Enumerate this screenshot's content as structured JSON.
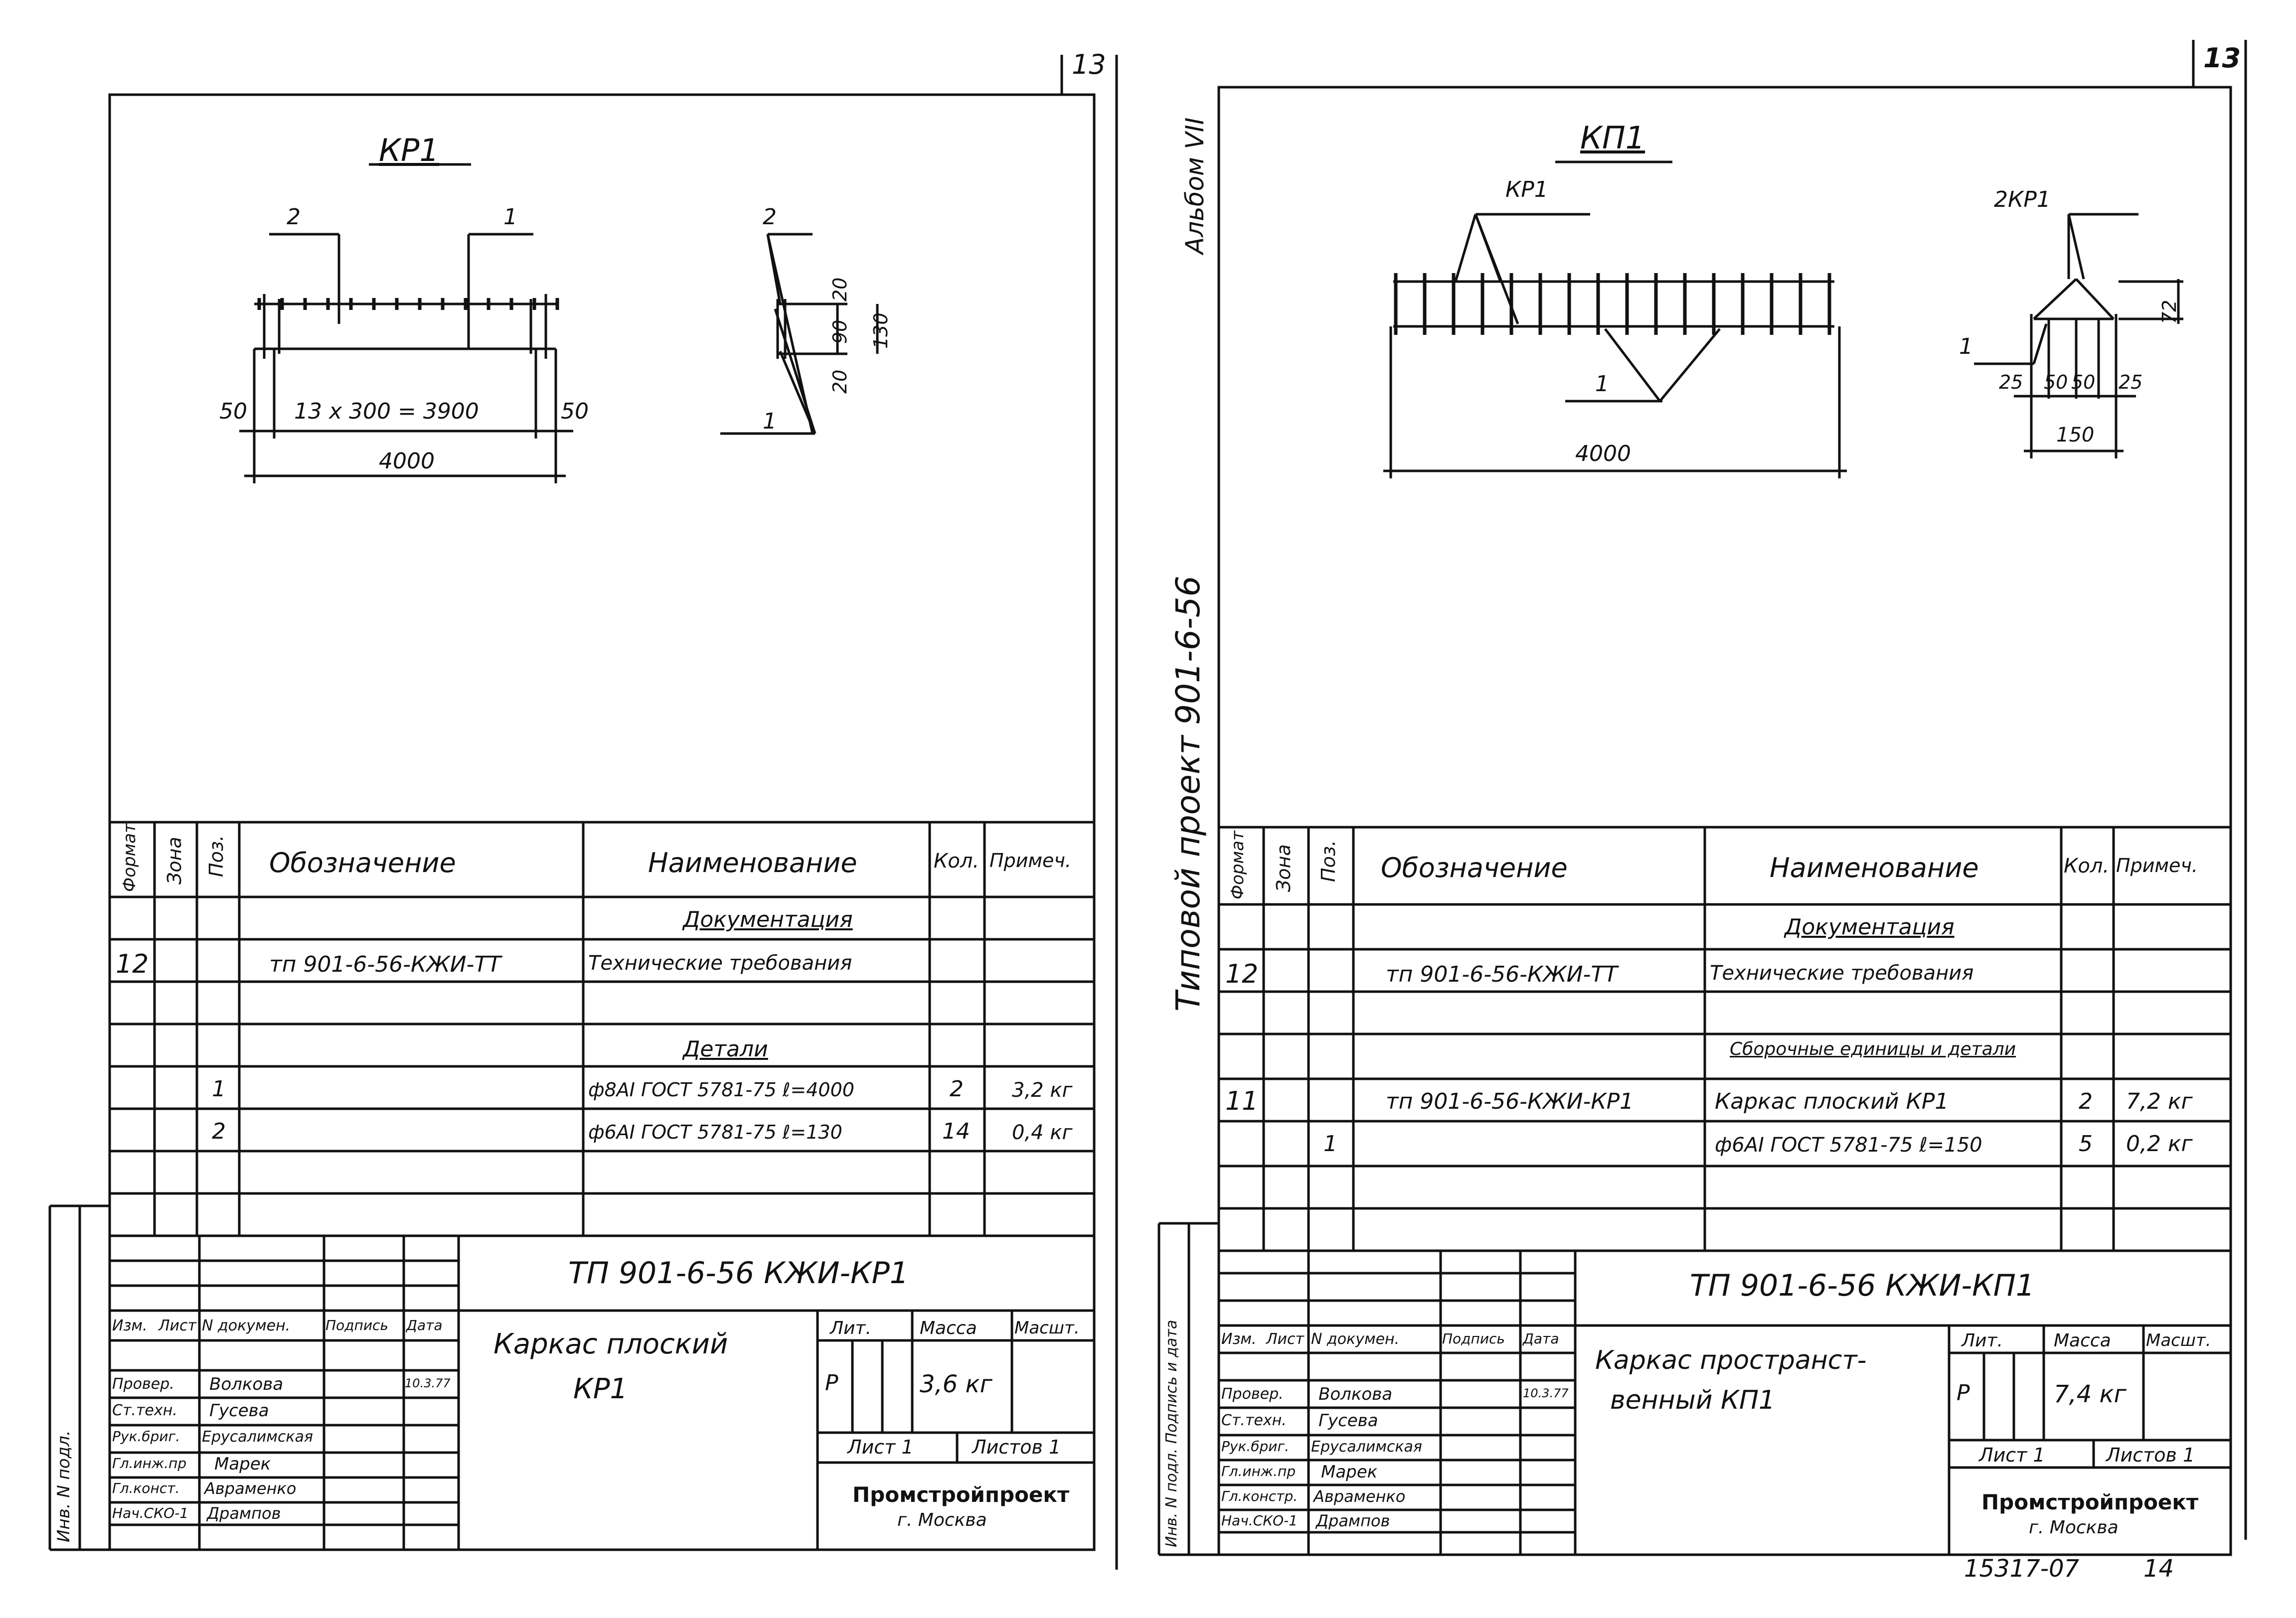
{
  "left": {
    "sheet_number": "13",
    "drawing_title": "КР1",
    "plan_labels": {
      "pos2": "2",
      "pos1": "1",
      "dim_left": "50",
      "dim_right": "50",
      "dim_mid": "13 х 300 = 3900",
      "dim_total": "4000"
    },
    "section_labels": {
      "pos2": "2",
      "pos1": "1",
      "d1": "20",
      "d2": "90",
      "d3": "20",
      "d_total": "130"
    },
    "table": {
      "headers": {
        "format": "Формат",
        "zone": "Зона",
        "pos": "Поз.",
        "designation": "Обозначение",
        "name": "Наименование",
        "qty": "Кол.",
        "note": "Примеч."
      },
      "rows": [
        {
          "format": "",
          "pos": "",
          "designation": "",
          "name": "Документация",
          "qty": "",
          "note": ""
        },
        {
          "format": "12",
          "pos": "",
          "designation": "тп 901-6-56-КЖИ-ТТ",
          "name": "Технические требования",
          "qty": "",
          "note": ""
        },
        {
          "format": "",
          "pos": "",
          "designation": "",
          "name": "",
          "qty": "",
          "note": ""
        },
        {
          "format": "",
          "pos": "",
          "designation": "",
          "name": "Детали",
          "qty": "",
          "note": ""
        },
        {
          "format": "",
          "pos": "1",
          "designation": "",
          "name": "ф8АI ГОСТ 5781-75 ℓ=4000",
          "qty": "2",
          "note": "3,2 кг"
        },
        {
          "format": "",
          "pos": "2",
          "designation": "",
          "name": "ф6АI ГОСТ 5781-75 ℓ=130",
          "qty": "14",
          "note": "0,4 кг"
        },
        {
          "format": "",
          "pos": "",
          "designation": "",
          "name": "",
          "qty": "",
          "note": ""
        },
        {
          "format": "",
          "pos": "",
          "designation": "",
          "name": "",
          "qty": "",
          "note": ""
        }
      ]
    },
    "stamp": {
      "project_code": "ТП 901-6-56 КЖИ-КР1",
      "header": {
        "izm": "Изм.",
        "list": "Лист",
        "doc": "N докумен.",
        "sign": "Подпись",
        "date": "Дата"
      },
      "people": [
        {
          "role": "Провер.",
          "name": "Волкова",
          "date": "10.3.77"
        },
        {
          "role": "Ст.техн.",
          "name": "Гусева",
          "date": ""
        },
        {
          "role": "Рук.бриг.",
          "name": "Ерусалимская",
          "date": ""
        },
        {
          "role": "Гл.инж.пр",
          "name": "Марек",
          "date": ""
        },
        {
          "role": "Гл.конст.",
          "name": "Авраменко",
          "date": ""
        },
        {
          "role": "Нач.СКО-1",
          "name": "Дрампов",
          "date": ""
        }
      ],
      "title": [
        "Каркас плоский",
        "КР1"
      ],
      "lit_label": "Лит.",
      "mass_label": "Масса",
      "scale_label": "Масшт.",
      "lit": "Р",
      "mass": "3,6 кг",
      "sheet": "Лист 1",
      "sheets": "Листов 1",
      "org": "Промстройпроект",
      "city": "г. Москва"
    },
    "side_label": "Инв. N подл."
  },
  "right": {
    "sheet_number": "13",
    "album": "Альбом VII",
    "project_vertical": "Типовой проект 901-6-56",
    "drawing_title": "КП1",
    "plan_labels": {
      "kr": "КР1",
      "pos1": "1",
      "dim_total": "4000"
    },
    "section_labels": {
      "kr": "2КР1",
      "pos1": "1",
      "h": "72",
      "d25a": "25",
      "d50a": "50",
      "d50b": "50",
      "d25b": "25",
      "d_total": "150"
    },
    "table": {
      "headers": {
        "format": "Формат",
        "zone": "Зона",
        "pos": "Поз.",
        "designation": "Обозначение",
        "name": "Наименование",
        "qty": "Кол.",
        "note": "Примеч."
      },
      "rows": [
        {
          "format": "",
          "pos": "",
          "designation": "",
          "name": "Документация",
          "qty": "",
          "note": ""
        },
        {
          "format": "12",
          "pos": "",
          "designation": "тп 901-6-56-КЖИ-ТТ",
          "name": "Технические требования",
          "qty": "",
          "note": ""
        },
        {
          "format": "",
          "pos": "",
          "designation": "",
          "name": "",
          "qty": "",
          "note": ""
        },
        {
          "format": "",
          "pos": "",
          "designation": "",
          "name": "Сборочные единицы и детали",
          "qty": "",
          "note": ""
        },
        {
          "format": "11",
          "pos": "",
          "designation": "тп 901-6-56-КЖИ-КР1",
          "name": "Каркас плоский КР1",
          "qty": "2",
          "note": "7,2 кг"
        },
        {
          "format": "",
          "pos": "1",
          "designation": "",
          "name": "ф6АI ГОСТ 5781-75 ℓ=150",
          "qty": "5",
          "note": "0,2 кг"
        },
        {
          "format": "",
          "pos": "",
          "designation": "",
          "name": "",
          "qty": "",
          "note": ""
        },
        {
          "format": "",
          "pos": "",
          "designation": "",
          "name": "",
          "qty": "",
          "note": ""
        }
      ]
    },
    "stamp": {
      "project_code": "ТП 901-6-56 КЖИ-КП1",
      "header": {
        "izm": "Изм.",
        "list": "Лист",
        "doc": "N докумен.",
        "sign": "Подпись",
        "date": "Дата"
      },
      "people": [
        {
          "role": "Провер.",
          "name": "Волкова",
          "date": "10.3.77"
        },
        {
          "role": "Ст.техн.",
          "name": "Гусева",
          "date": ""
        },
        {
          "role": "Рук.бриг.",
          "name": "Ерусалимская",
          "date": ""
        },
        {
          "role": "Гл.инж.пр",
          "name": "Марек",
          "date": ""
        },
        {
          "role": "Гл.констр.",
          "name": "Авраменко",
          "date": ""
        },
        {
          "role": "Нач.СКО-1",
          "name": "Дрампов",
          "date": ""
        }
      ],
      "title": [
        "Каркас пространст-",
        "венный КП1"
      ],
      "lit_label": "Лит.",
      "mass_label": "Масса",
      "scale_label": "Масшт.",
      "lit": "Р",
      "mass": "7,4 кг",
      "sheet": "Лист 1",
      "sheets": "Листов 1",
      "org": "Промстройпроект",
      "city": "г. Москва"
    },
    "side_label": "Инв. N подл. Подпись и дата",
    "footer_code": "15317-07",
    "footer_page": "14"
  }
}
